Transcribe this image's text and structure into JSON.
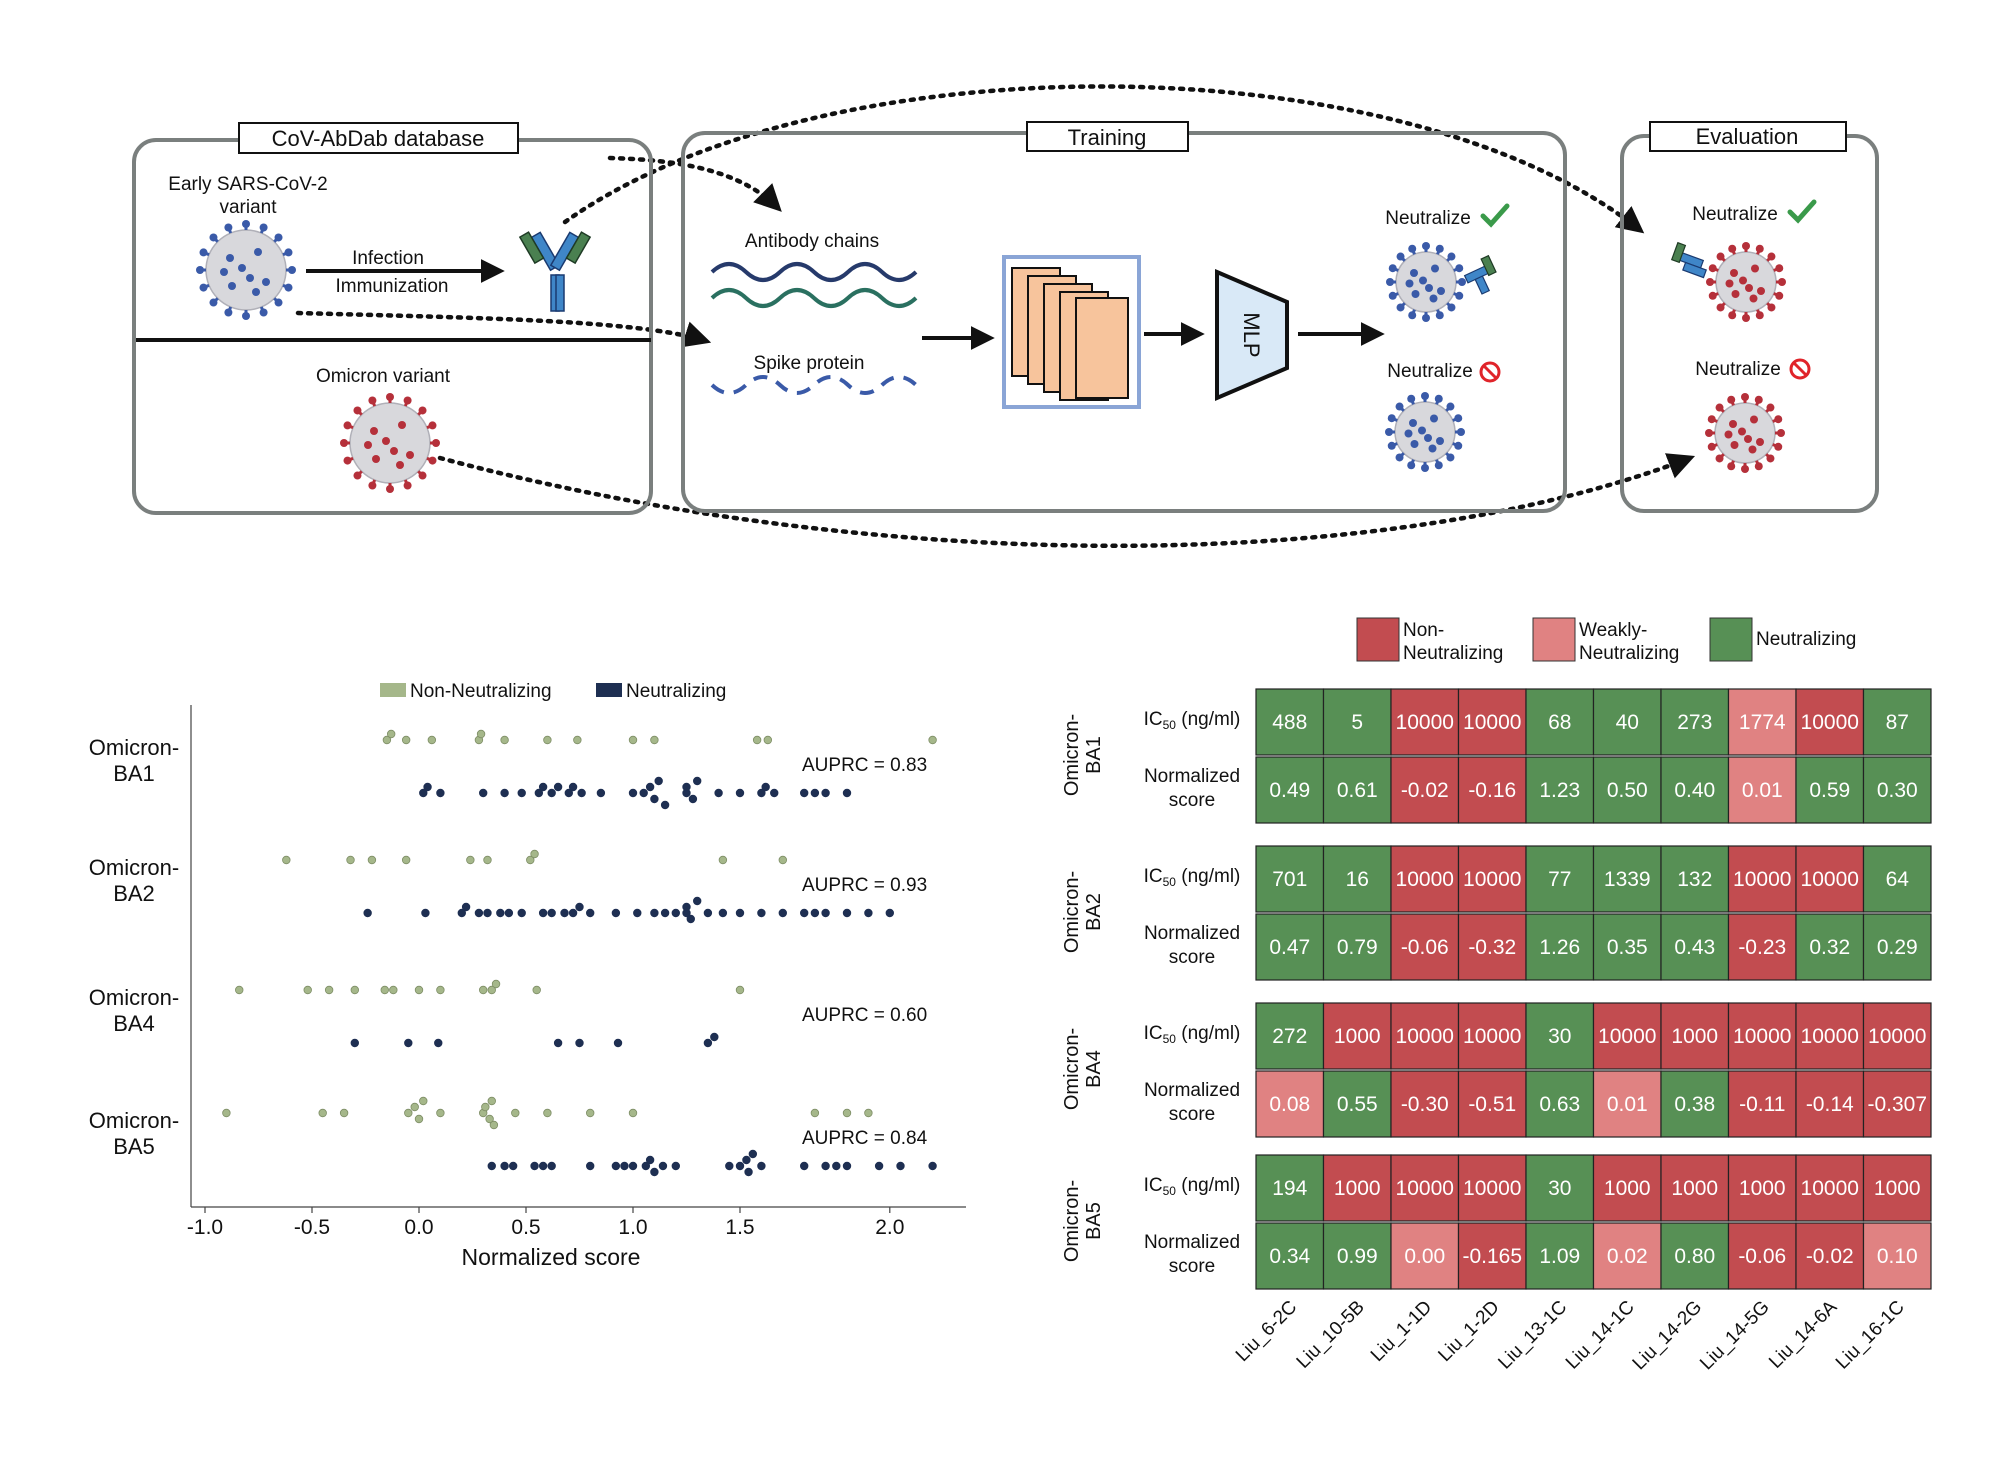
{
  "pipeline": {
    "database": {
      "title": "CoV-AbDab database",
      "early_variant_line1": "Early SARS-CoV-2",
      "early_variant_line2": "variant",
      "arrow_line1": "Infection",
      "arrow_line2": "Immunization",
      "omicron_label": "Omicron variant"
    },
    "training": {
      "title": "Training",
      "antibody_chains": "Antibody chains",
      "spike_protein": "Spike protein",
      "mlp_label": "MLP",
      "neutralize_yes": "Neutralize",
      "neutralize_no": "Neutralize"
    },
    "evaluation": {
      "title": "Evaluation",
      "neutralize_yes": "Neutralize",
      "neutralize_no": "Neutralize"
    },
    "colors": {
      "box_border": "#7a7f7e",
      "spike_blue": "#3a5aa8",
      "spike_red": "#b5303a",
      "antibody_blue": "#3f86c8",
      "antibody_green": "#4a8050",
      "cnn_orange": "#f7c49c",
      "mlp_fill": "#d9e9f7",
      "check_green": "#3a9a4a",
      "no_red": "#e0242a"
    }
  },
  "chart_data": [
    {
      "type": "scatter",
      "xlabel": "Normalized score",
      "xlim": [
        -1.1,
        2.5
      ],
      "x_ticks": [
        {
          "value": -1.0,
          "label": "-1.0"
        },
        {
          "value": -0.5,
          "label": "-0.5"
        },
        {
          "value": 0.0,
          "label": "0.0"
        },
        {
          "value": 0.5,
          "label": "0.5"
        },
        {
          "value": 1.0,
          "label": "1.0"
        },
        {
          "value": 1.5,
          "label": "1.5"
        },
        {
          "value": 2.2,
          "label": "2.0"
        }
      ],
      "legend": [
        {
          "name": "Non-Neutralizing",
          "color": "#a5b78a"
        },
        {
          "name": "Neutralizing",
          "color": "#1e2f52"
        }
      ],
      "legend_placement": "top",
      "groups": [
        {
          "label_line1": "Omicron-",
          "label_line2": "BA1",
          "auprc": "AUPRC = 0.83",
          "non_neutralizing": [
            -0.15,
            -0.13,
            -0.06,
            0.06,
            0.28,
            0.29,
            0.4,
            0.6,
            0.74,
            1.0,
            1.1,
            1.58,
            1.63,
            2.4
          ],
          "neutralizing": [
            0.02,
            0.04,
            0.1,
            0.3,
            0.4,
            0.48,
            0.56,
            0.58,
            0.62,
            0.65,
            0.7,
            0.72,
            0.76,
            0.85,
            1.0,
            1.05,
            1.08,
            1.1,
            1.12,
            1.15,
            1.25,
            1.25,
            1.28,
            1.3,
            1.4,
            1.5,
            1.6,
            1.62,
            1.66,
            1.8,
            1.85,
            1.9,
            2.0
          ]
        },
        {
          "label_line1": "Omicron-",
          "label_line2": "BA2",
          "auprc": "AUPRC = 0.93",
          "non_neutralizing": [
            -0.62,
            -0.32,
            -0.22,
            -0.06,
            0.24,
            0.32,
            0.52,
            0.54,
            1.42,
            1.7
          ],
          "neutralizing": [
            -0.24,
            0.03,
            0.2,
            0.22,
            0.28,
            0.32,
            0.38,
            0.42,
            0.48,
            0.58,
            0.62,
            0.68,
            0.72,
            0.75,
            0.8,
            0.92,
            1.02,
            1.1,
            1.15,
            1.2,
            1.25,
            1.25,
            1.27,
            1.3,
            1.35,
            1.42,
            1.5,
            1.6,
            1.7,
            1.8,
            1.85,
            1.9,
            2.0,
            2.1,
            2.2
          ]
        },
        {
          "label_line1": "Omicron-",
          "label_line2": "BA4",
          "auprc": "AUPRC = 0.60",
          "non_neutralizing": [
            -0.84,
            -0.52,
            -0.42,
            -0.3,
            -0.16,
            -0.12,
            0.0,
            0.1,
            0.3,
            0.34,
            0.36,
            0.55,
            1.5
          ],
          "neutralizing": [
            -0.3,
            -0.05,
            0.09,
            0.65,
            0.75,
            0.93,
            1.35,
            1.38
          ]
        },
        {
          "label_line1": "Omicron-",
          "label_line2": "BA5",
          "auprc": "AUPRC = 0.84",
          "non_neutralizing": [
            -0.9,
            -0.45,
            -0.35,
            -0.05,
            -0.02,
            0.0,
            0.02,
            0.1,
            0.3,
            0.31,
            0.33,
            0.34,
            0.35,
            0.45,
            0.6,
            0.8,
            1.0,
            1.85,
            2.0,
            2.1
          ],
          "neutralizing": [
            0.34,
            0.4,
            0.44,
            0.54,
            0.58,
            0.62,
            0.8,
            0.92,
            0.96,
            1.0,
            1.06,
            1.08,
            1.1,
            1.14,
            1.2,
            1.45,
            1.5,
            1.53,
            1.54,
            1.56,
            1.6,
            1.8,
            1.9,
            1.95,
            2.0,
            2.15,
            2.25,
            2.4
          ]
        }
      ]
    },
    {
      "type": "heatmap",
      "legend": [
        {
          "key": "N",
          "line1": "Non-",
          "line2": "Neutralizing",
          "color": "#c24c50"
        },
        {
          "key": "W",
          "line1": "Weakly-",
          "line2": "Neutralizing",
          "color": "#e08282"
        },
        {
          "key": "G",
          "line1": "Neutralizing",
          "line2": "",
          "color": "#579055"
        }
      ],
      "columns": [
        "Liu_6-2C",
        "Liu_10-5B",
        "Liu_1-1D",
        "Liu_1-2D",
        "Liu_13-1C",
        "Liu_14-1C",
        "Liu_14-2G",
        "Liu_14-5G",
        "Liu_14-6A",
        "Liu_16-1C"
      ],
      "ic50_label_main": "IC",
      "ic50_label_sub": "50",
      "ic50_label_unit": " (ng/ml)",
      "score_label_line1": "Normalized",
      "score_label_line2": "score",
      "blocks": [
        {
          "variant_line1": "Omicron-",
          "variant_line2": "BA1",
          "ic50": [
            "488",
            "5",
            "10000",
            "10000",
            "68",
            "40",
            "273",
            "1774",
            "10000",
            "87"
          ],
          "ic50_class": [
            "G",
            "G",
            "N",
            "N",
            "G",
            "G",
            "G",
            "W",
            "N",
            "G"
          ],
          "score": [
            "0.49",
            "0.61",
            "-0.02",
            "-0.16",
            "1.23",
            "0.50",
            "0.40",
            "0.01",
            "0.59",
            "0.30"
          ],
          "score_class": [
            "G",
            "G",
            "N",
            "N",
            "G",
            "G",
            "G",
            "W",
            "G",
            "G"
          ]
        },
        {
          "variant_line1": "Omicron-",
          "variant_line2": "BA2",
          "ic50": [
            "701",
            "16",
            "10000",
            "10000",
            "77",
            "1339",
            "132",
            "10000",
            "10000",
            "64"
          ],
          "ic50_class": [
            "G",
            "G",
            "N",
            "N",
            "G",
            "G",
            "G",
            "N",
            "N",
            "G"
          ],
          "score": [
            "0.47",
            "0.79",
            "-0.06",
            "-0.32",
            "1.26",
            "0.35",
            "0.43",
            "-0.23",
            "0.32",
            "0.29"
          ],
          "score_class": [
            "G",
            "G",
            "N",
            "N",
            "G",
            "G",
            "G",
            "N",
            "G",
            "G"
          ]
        },
        {
          "variant_line1": "Omicron-",
          "variant_line2": "BA4",
          "ic50": [
            "272",
            "1000",
            "10000",
            "10000",
            "30",
            "10000",
            "1000",
            "10000",
            "10000",
            "10000"
          ],
          "ic50_class": [
            "G",
            "N",
            "N",
            "N",
            "G",
            "N",
            "N",
            "N",
            "N",
            "N"
          ],
          "score": [
            "0.08",
            "0.55",
            "-0.30",
            "-0.51",
            "0.63",
            "0.01",
            "0.38",
            "-0.11",
            "-0.14",
            "-0.307"
          ],
          "score_class": [
            "W",
            "G",
            "N",
            "N",
            "G",
            "W",
            "G",
            "N",
            "N",
            "N"
          ]
        },
        {
          "variant_line1": "Omicron-",
          "variant_line2": "BA5",
          "ic50": [
            "194",
            "1000",
            "10000",
            "10000",
            "30",
            "1000",
            "1000",
            "1000",
            "10000",
            "1000"
          ],
          "ic50_class": [
            "G",
            "N",
            "N",
            "N",
            "G",
            "N",
            "N",
            "N",
            "N",
            "N"
          ],
          "score": [
            "0.34",
            "0.99",
            "0.00",
            "-0.165",
            "1.09",
            "0.02",
            "0.80",
            "-0.06",
            "-0.02",
            "0.10"
          ],
          "score_class": [
            "G",
            "G",
            "W",
            "N",
            "G",
            "W",
            "G",
            "N",
            "N",
            "W"
          ]
        }
      ]
    }
  ]
}
